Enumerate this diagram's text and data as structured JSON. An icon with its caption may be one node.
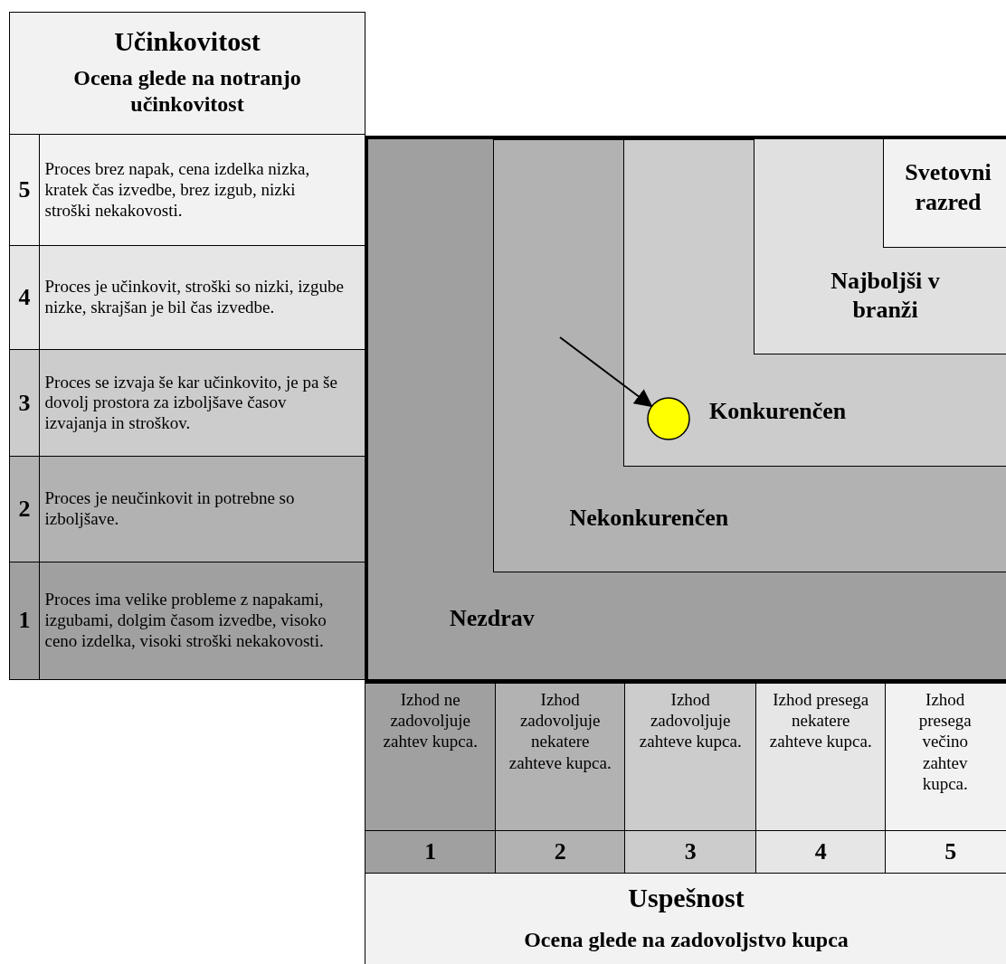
{
  "diagram": {
    "nodes": [
      {
        "text": [
          "Nezdrav"
        ]
      },
      {
        "text": [
          "Nekonkurenčen"
        ],
        "in": 0
      },
      {
        "text": [
          "Konkurenčen"
        ],
        "in": 1
      },
      {
        "text": [
          "Najboljši v branži"
        ],
        "in": 2
      },
      {
        "text": [
          "Svetovni razred"
        ],
        "in": 3
      },
      {
        "text": [],
        "shape": "circle",
        "in": 2
      }
    ],
    "edges": [
      {
        "from": null,
        "to": 5,
        "arrow": "to"
      }
    ],
    "labels": [
      "Učinkovitost",
      "Ocena glede na notranjo učinkovitost",
      "5",
      "Proces brez napak, cena izdelka nizka, kratek čas izvedbe, brez izgub, nizki stroški nekakovosti.",
      "4",
      "Proces je učinkovit, stroški so nizki, izgube nizke, skrajšan je bil čas izvedbe.",
      "3",
      "Proces se izvaja še kar učinkovito, je pa še dovolj prostora za izboljšave časov izvajanja in stroškov.",
      "2",
      "Proces je neučinkovit in potrebne so izboljšave.",
      "1",
      "Proces ima velike probleme z napakami, izgubami, dolgim časom izvedbe, visoko ceno izdelka, visoki stroški nekakovosti.",
      "Izhod ne zadovoljuje zahtev kupca.",
      "Izhod zadovoljuje nekatere zahteve kupca.",
      "Izhod zadovoljuje zahteve kupca.",
      "Izhod presega nekatere zahteve kupca.",
      "Izhod presega večino zahtev kupca.",
      "1",
      "2",
      "3",
      "4",
      "5",
      "Uspešnost",
      "Ocena glede na zadovoljstvo kupca"
    ]
  }
}
